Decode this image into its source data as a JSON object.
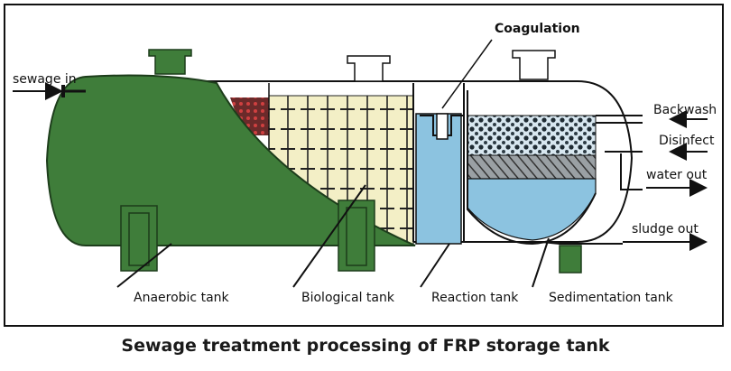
{
  "labels": {
    "sewage_in": "sewage in",
    "coagulation": "Coagulation",
    "backwash": "Backwash",
    "disinfect": "Disinfect",
    "water_out": "water out",
    "sludge_out": "sludge out",
    "anaerobic_tank": "Anaerobic tank",
    "biological_tank": "Biological tank",
    "reaction_tank": "Reaction tank",
    "sedimentation_tank": "Sedimentation tank"
  },
  "caption": "Sewage treatment processing of FRP storage tank",
  "colors": {
    "tank_green": "#3f7d3a",
    "media_yellow": "#f3efc6",
    "water_blue": "#8cc3e0",
    "outline": "#111111"
  }
}
